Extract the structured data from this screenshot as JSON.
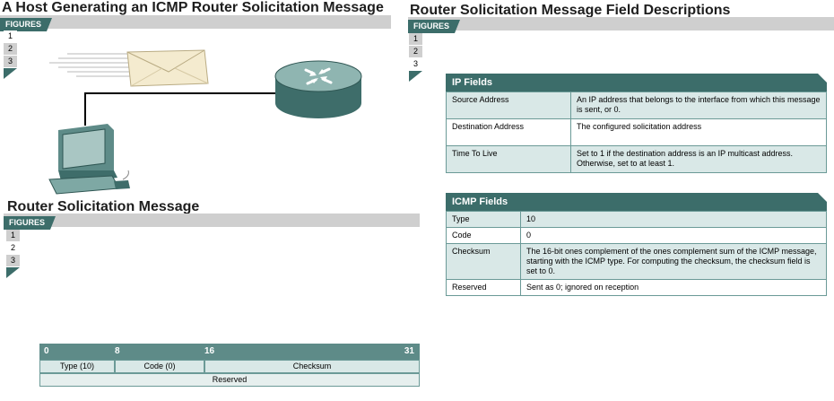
{
  "left_top": {
    "title": "A Host Generating an ICMP Router Solicitation Message",
    "figures_label": "FIGURES",
    "figure_numbers": [
      "1",
      "2",
      "3"
    ]
  },
  "left_bottom": {
    "title": "Router Solicitation Message",
    "figures_label": "FIGURES",
    "figure_numbers": [
      "1",
      "2",
      "3"
    ],
    "packet": {
      "bit_markers": [
        "0",
        "8",
        "16",
        "31"
      ],
      "row1": [
        "Type (10)",
        "Code (0)",
        "Checksum"
      ],
      "row2": [
        "Reserved"
      ]
    }
  },
  "right": {
    "title": "Router Solicitation Message Field Descriptions",
    "figures_label": "FIGURES",
    "figure_numbers": [
      "1",
      "2",
      "3"
    ],
    "ip_fields": {
      "heading": "IP Fields",
      "rows": [
        {
          "field": "Source Address",
          "desc": "An IP address that belongs to the interface from which this message is sent, or 0."
        },
        {
          "field": "Destination Address",
          "desc": "The configured solicitation address"
        },
        {
          "field": "Time To Live",
          "desc": "Set to 1 if the destination address is an IP multicast address. Otherwise, set to at least 1."
        }
      ]
    },
    "icmp_fields": {
      "heading": "ICMP Fields",
      "rows": [
        {
          "field": "Type",
          "desc": "10"
        },
        {
          "field": "Code",
          "desc": "0"
        },
        {
          "field": "Checksum",
          "desc": "The 16-bit ones complement of the ones complement sum of the ICMP message, starting with the ICMP type. For computing the checksum, the checksum field is set to 0."
        },
        {
          "field": "Reserved",
          "desc": "Sent as 0; ignored on reception"
        }
      ]
    }
  }
}
